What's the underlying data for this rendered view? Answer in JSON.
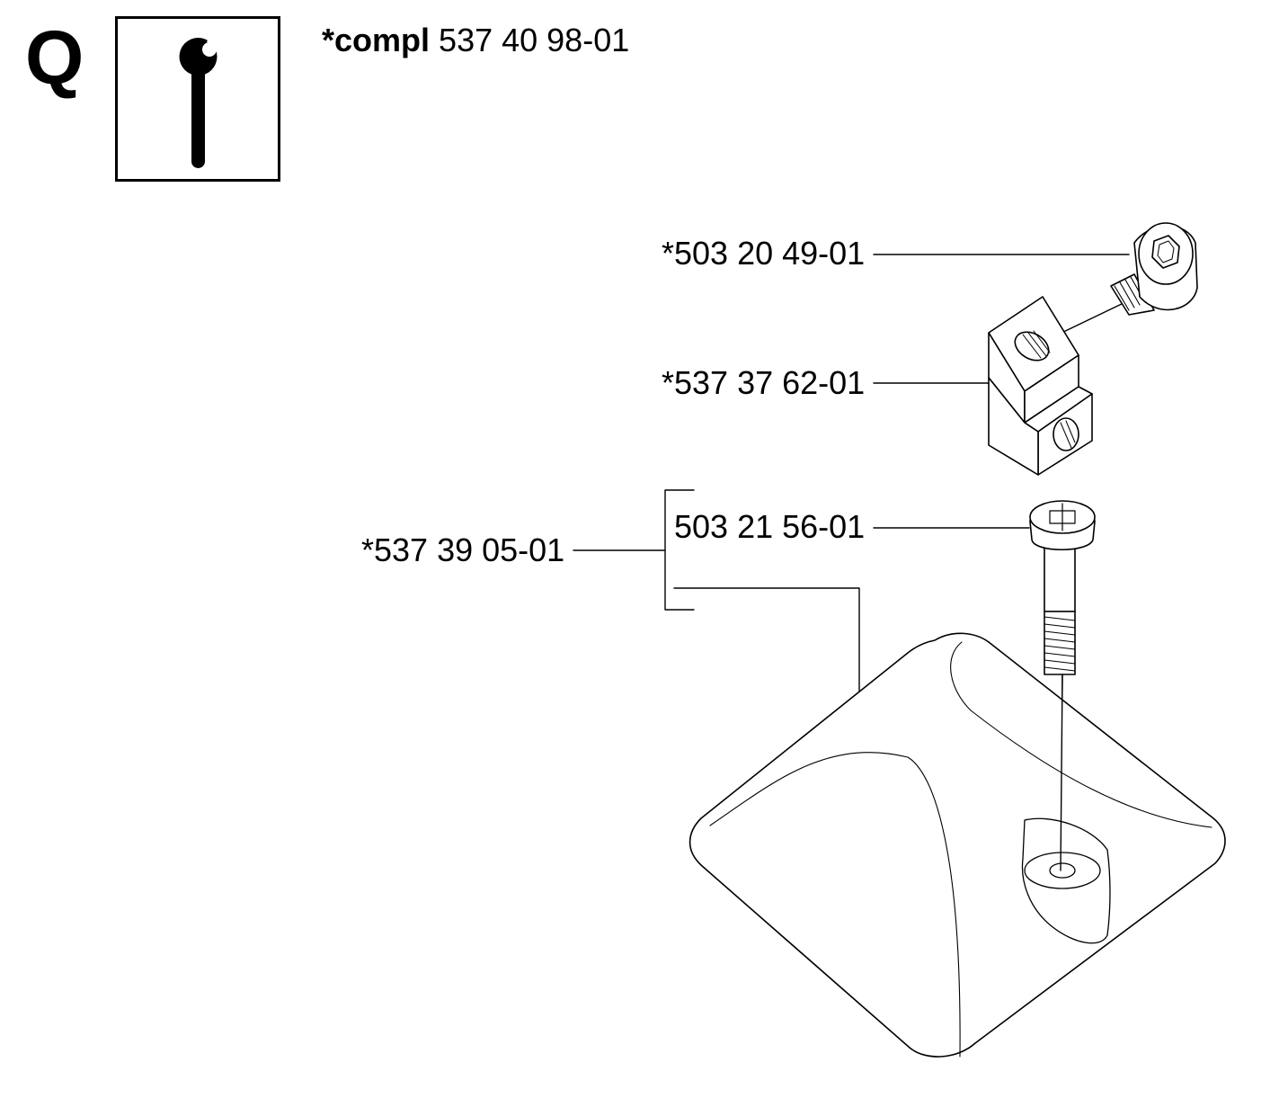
{
  "section_letter": "Q",
  "icon": "wrench-service-icon",
  "assembly": {
    "prefix": "*compl",
    "number": "537 40 98-01"
  },
  "parts": [
    {
      "label": "*503 20 49-01",
      "name": "hex-socket-screw"
    },
    {
      "label": "*537 37 62-01",
      "name": "angle-bracket"
    },
    {
      "label": "503 21 56-01",
      "name": "slotted-screw"
    },
    {
      "label": "*537 39 05-01",
      "name": "kit-group"
    }
  ]
}
